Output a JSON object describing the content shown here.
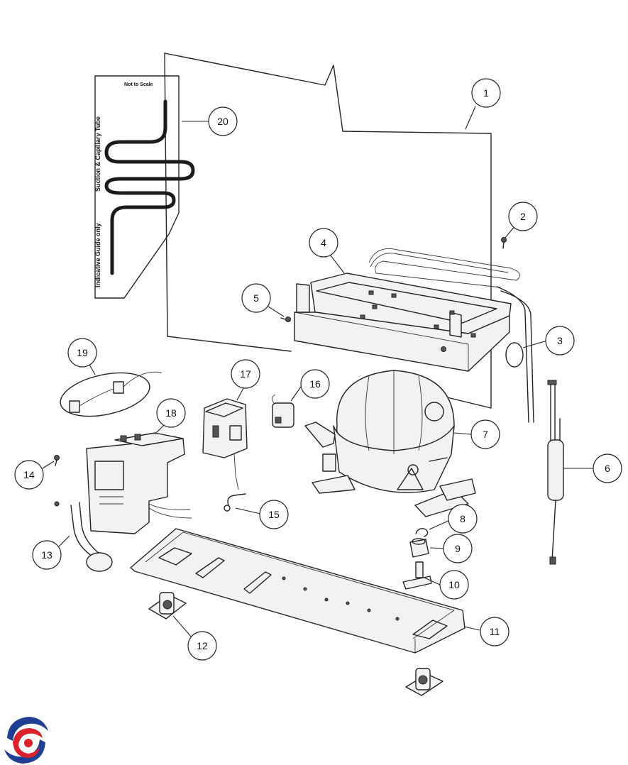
{
  "diagram": {
    "note_scale": "Not to Scale",
    "note_tube": "Suction & Capillary Tube",
    "note_guide": "Indicative Guide only",
    "callouts": [
      "1",
      "2",
      "3",
      "4",
      "5",
      "6",
      "7",
      "8",
      "9",
      "10",
      "11",
      "12",
      "13",
      "14",
      "15",
      "16",
      "17",
      "18",
      "19",
      "20"
    ]
  },
  "colors": {
    "logo_red": "#d9222a",
    "logo_blue": "#1f3f93",
    "line": "#222222"
  },
  "icons": {
    "logo": "brand-swirl-logo"
  }
}
